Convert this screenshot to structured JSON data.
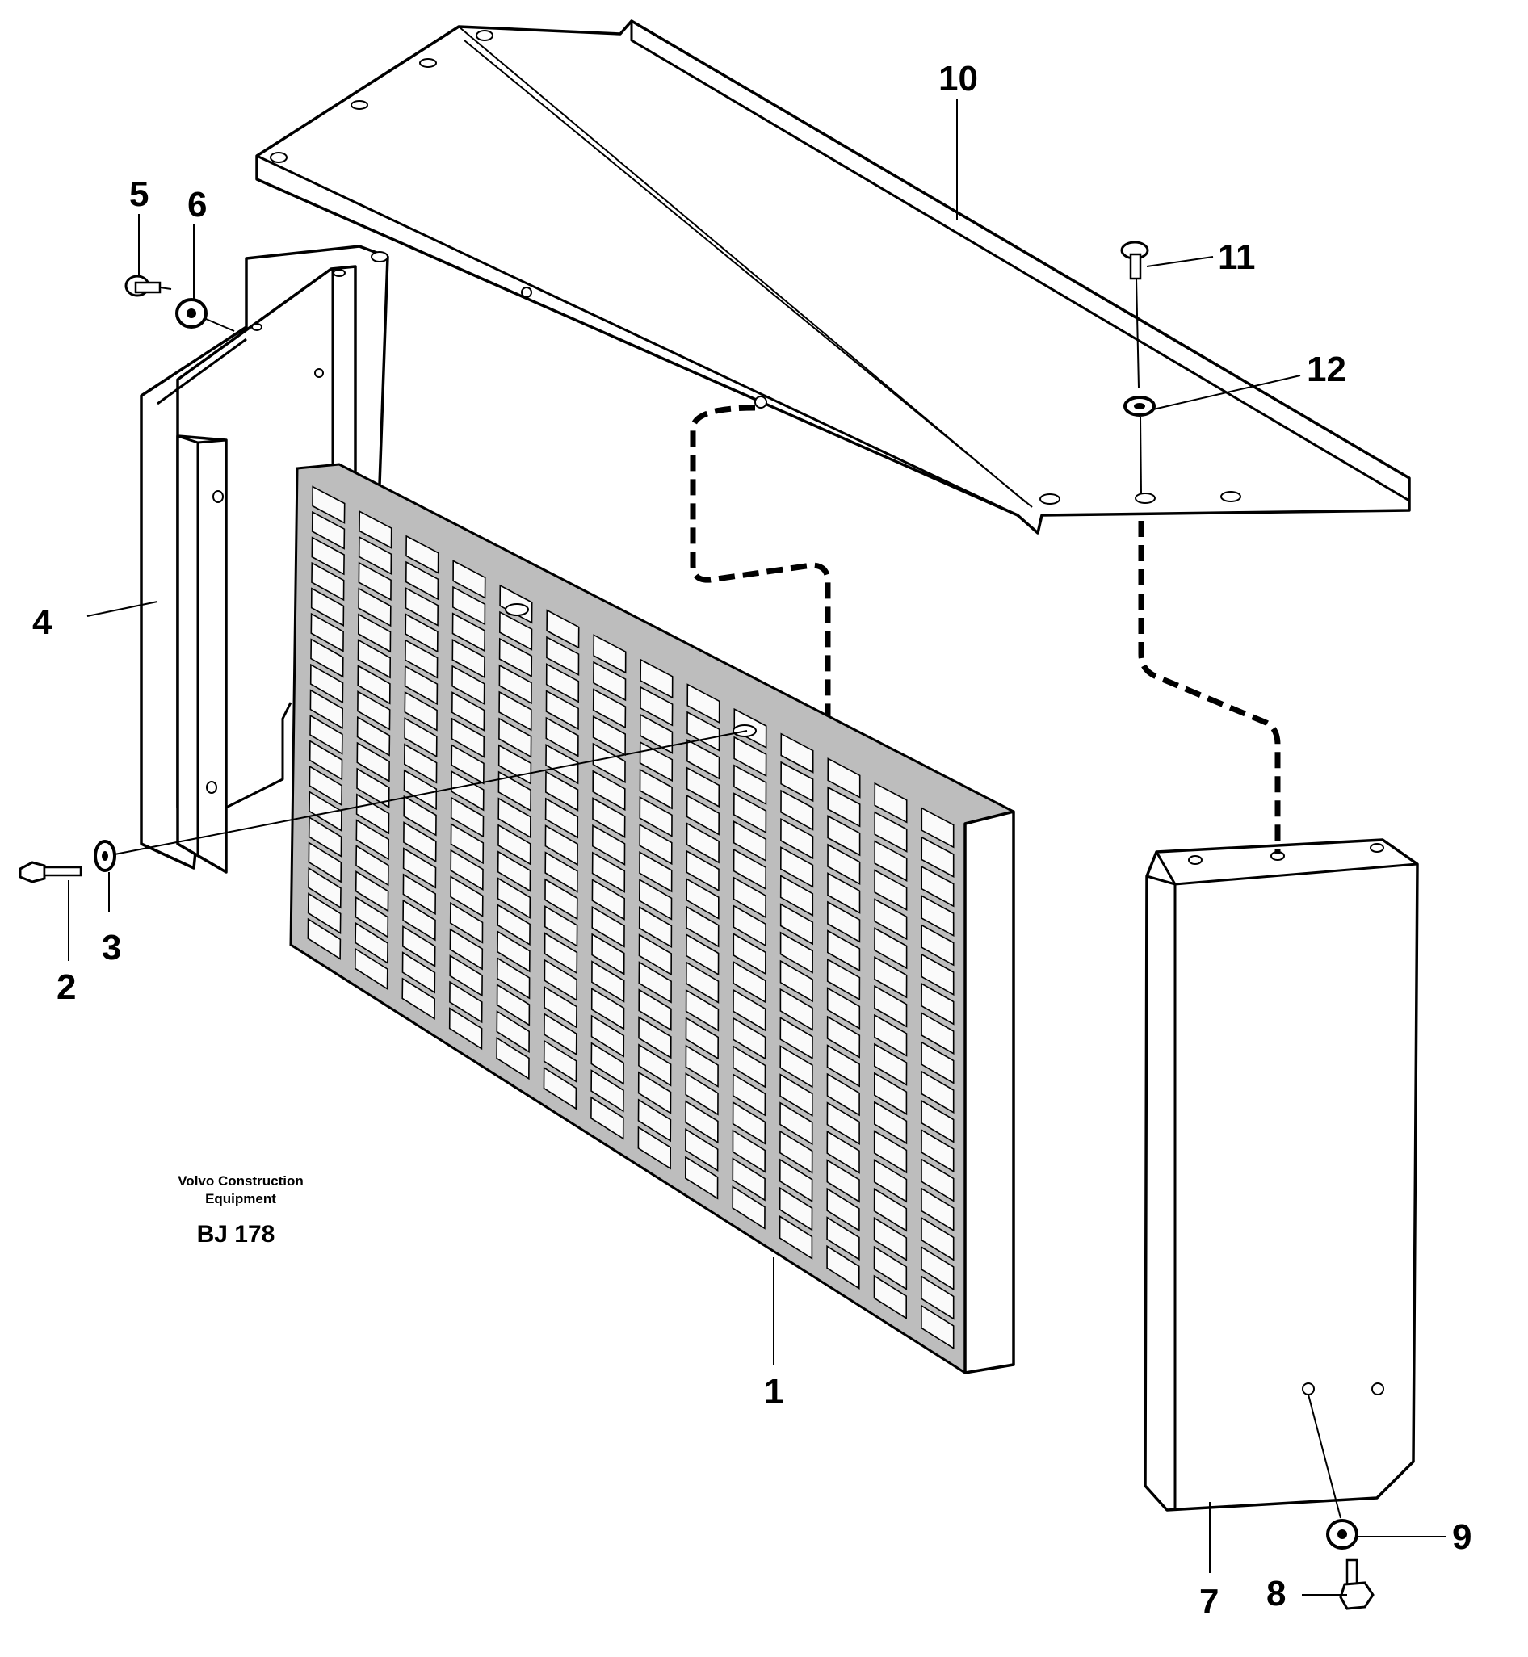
{
  "caption": {
    "line1": "Volvo Construction",
    "line2": "Equipment",
    "code": "BJ 178"
  },
  "callouts": [
    {
      "id": "1",
      "label": "1"
    },
    {
      "id": "2",
      "label": "2"
    },
    {
      "id": "3",
      "label": "3"
    },
    {
      "id": "4",
      "label": "4"
    },
    {
      "id": "5",
      "label": "5"
    },
    {
      "id": "6",
      "label": "6"
    },
    {
      "id": "7",
      "label": "7"
    },
    {
      "id": "8",
      "label": "8"
    },
    {
      "id": "9",
      "label": "9"
    },
    {
      "id": "10",
      "label": "10"
    },
    {
      "id": "11",
      "label": "11"
    },
    {
      "id": "12",
      "label": "12"
    }
  ],
  "grille": {
    "rows": 18,
    "cols": 14
  }
}
